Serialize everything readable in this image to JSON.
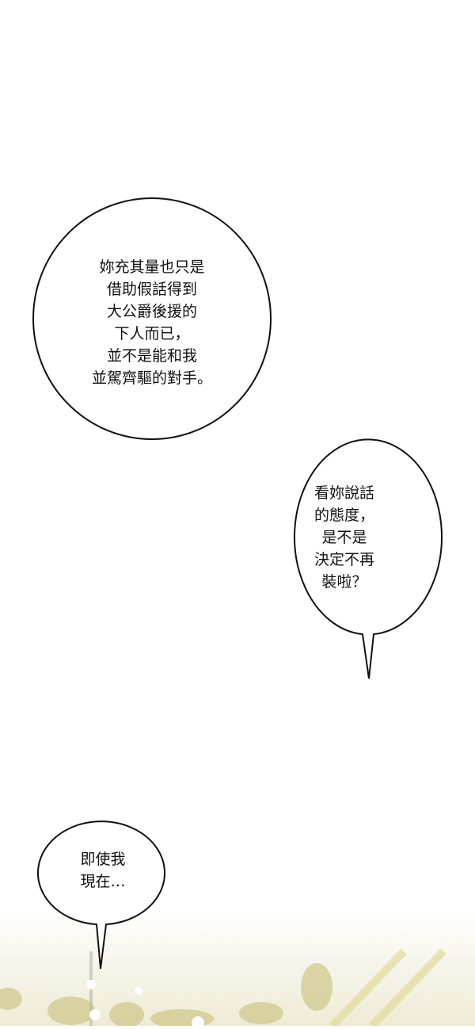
{
  "bubbles": [
    {
      "text": "妳充其量也只是\n借助假話得到\n大公爵後援的\n下人而已，\n並不是能和我\n並駕齊驅的對手。"
    },
    {
      "text": "看妳說話\n的態度，\n是不是\n決定不再\n裝啦？"
    },
    {
      "text": "即使我\n現在…"
    }
  ],
  "colors": {
    "outline": "#111111",
    "art_gold": "#c9c07a"
  }
}
